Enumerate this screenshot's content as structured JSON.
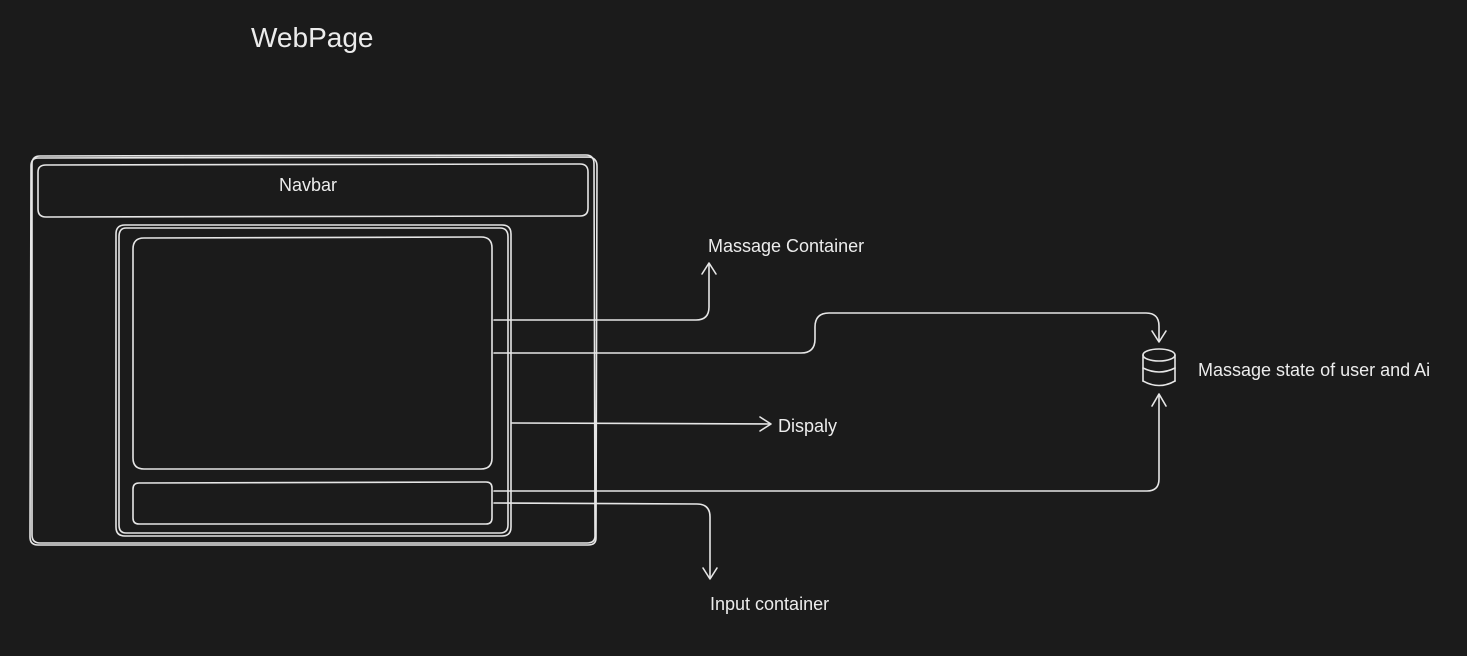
{
  "diagram": {
    "title": "WebPage",
    "labels": {
      "navbar": "Navbar",
      "message_container": "Massage Container",
      "display": "Dispaly",
      "input_container": "Input container",
      "message_state": "Massage state of user and Ai"
    },
    "icons": {
      "database": "database-icon"
    },
    "colors": {
      "background": "#1b1b1b",
      "stroke": "#e6e6e6",
      "text": "#ececec"
    }
  }
}
